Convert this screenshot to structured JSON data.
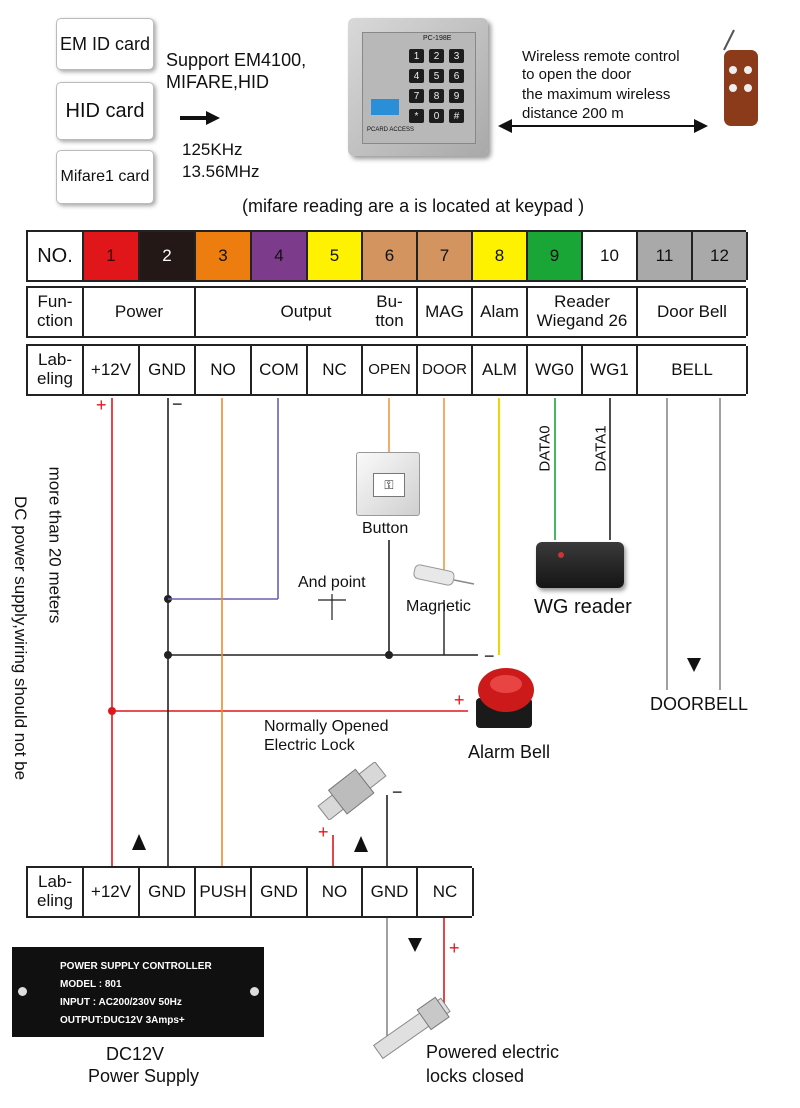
{
  "cards": [
    "EM ID card",
    "HID card",
    "Mifare1 card"
  ],
  "support": {
    "line1": "Support EM4100,",
    "line2": "MIFARE,HID",
    "freq1": "125KHz",
    "freq2": "13.56MHz"
  },
  "keypad": {
    "model": "PC-198E",
    "brand": "PCARD ACCESS",
    "keys": [
      "1",
      "2",
      "3",
      "4",
      "5",
      "6",
      "7",
      "8",
      "9",
      "*",
      "0",
      "#"
    ]
  },
  "wireless": {
    "line1": "Wireless remote control",
    "line2": "to open the door",
    "line3": "the maximum wireless",
    "line4": "distance 200 m"
  },
  "mifare_note": "(mifare reading are a is located at keypad )",
  "pin_table": {
    "no_label": "NO.",
    "numbers": [
      "1",
      "2",
      "3",
      "4",
      "5",
      "6",
      "7",
      "8",
      "9",
      "10",
      "11",
      "12"
    ],
    "colors": [
      "#e0161b",
      "#231816",
      "#ee7d0f",
      "#7d3b8c",
      "#fff200",
      "#d3945f",
      "#d3945f",
      "#fff200",
      "#1aa637",
      "#ffffff",
      "#a9a9a9",
      "#a9a9a9"
    ],
    "function_label": [
      "Fun-",
      "ction"
    ],
    "functions": [
      "Power",
      "Output",
      "Bu-",
      "tton",
      "MAG",
      "Alam",
      "Reader",
      "Wiegand 26",
      "Door Bell"
    ],
    "labeling_label": [
      "Lab-",
      "eling"
    ],
    "labels": [
      "+12V",
      "GND",
      "NO",
      "COM",
      "NC",
      "OPEN",
      "DOOR",
      "ALM",
      "WG0",
      "WG1",
      "BELL"
    ]
  },
  "diagram": {
    "plus": "+",
    "minus": "−",
    "vertical_note_1": "DC power supply,wiring should not be",
    "vertical_note_2": "more than 20 meters",
    "button": "Button",
    "and_point": "And point",
    "magnetic": "Magnetic",
    "data0": "DATA0",
    "data1": "DATA1",
    "wg_reader": "WG reader",
    "alarm_bell": "Alarm Bell",
    "doorbell": "DOORBELL",
    "no_lock_1": "Normally Opened",
    "no_lock_2": "Electric Lock",
    "powered_lock_1": "Powered electric",
    "powered_lock_2": "locks closed"
  },
  "bottom_table": {
    "labeling_label": [
      "Lab-",
      "eling"
    ],
    "labels": [
      "+12V",
      "GND",
      "PUSH",
      "GND",
      "NO",
      "GND",
      "NC"
    ]
  },
  "psu": {
    "l1": "POWER SUPPLY CONTROLLER",
    "l2": "MODEL : 801",
    "l3": "INPUT   : AC200/230V   50Hz",
    "l4": "OUTPUT:DUC12V  3Amps+",
    "caption1": "DC12V",
    "caption2": "Power Supply"
  },
  "line_colors": {
    "red": "#e0161b",
    "black": "#222222",
    "orange": "#ee8a2a",
    "purple": "#6b5fb0",
    "green": "#1aa637",
    "gray": "#888888",
    "yellow": "#e8d800"
  }
}
